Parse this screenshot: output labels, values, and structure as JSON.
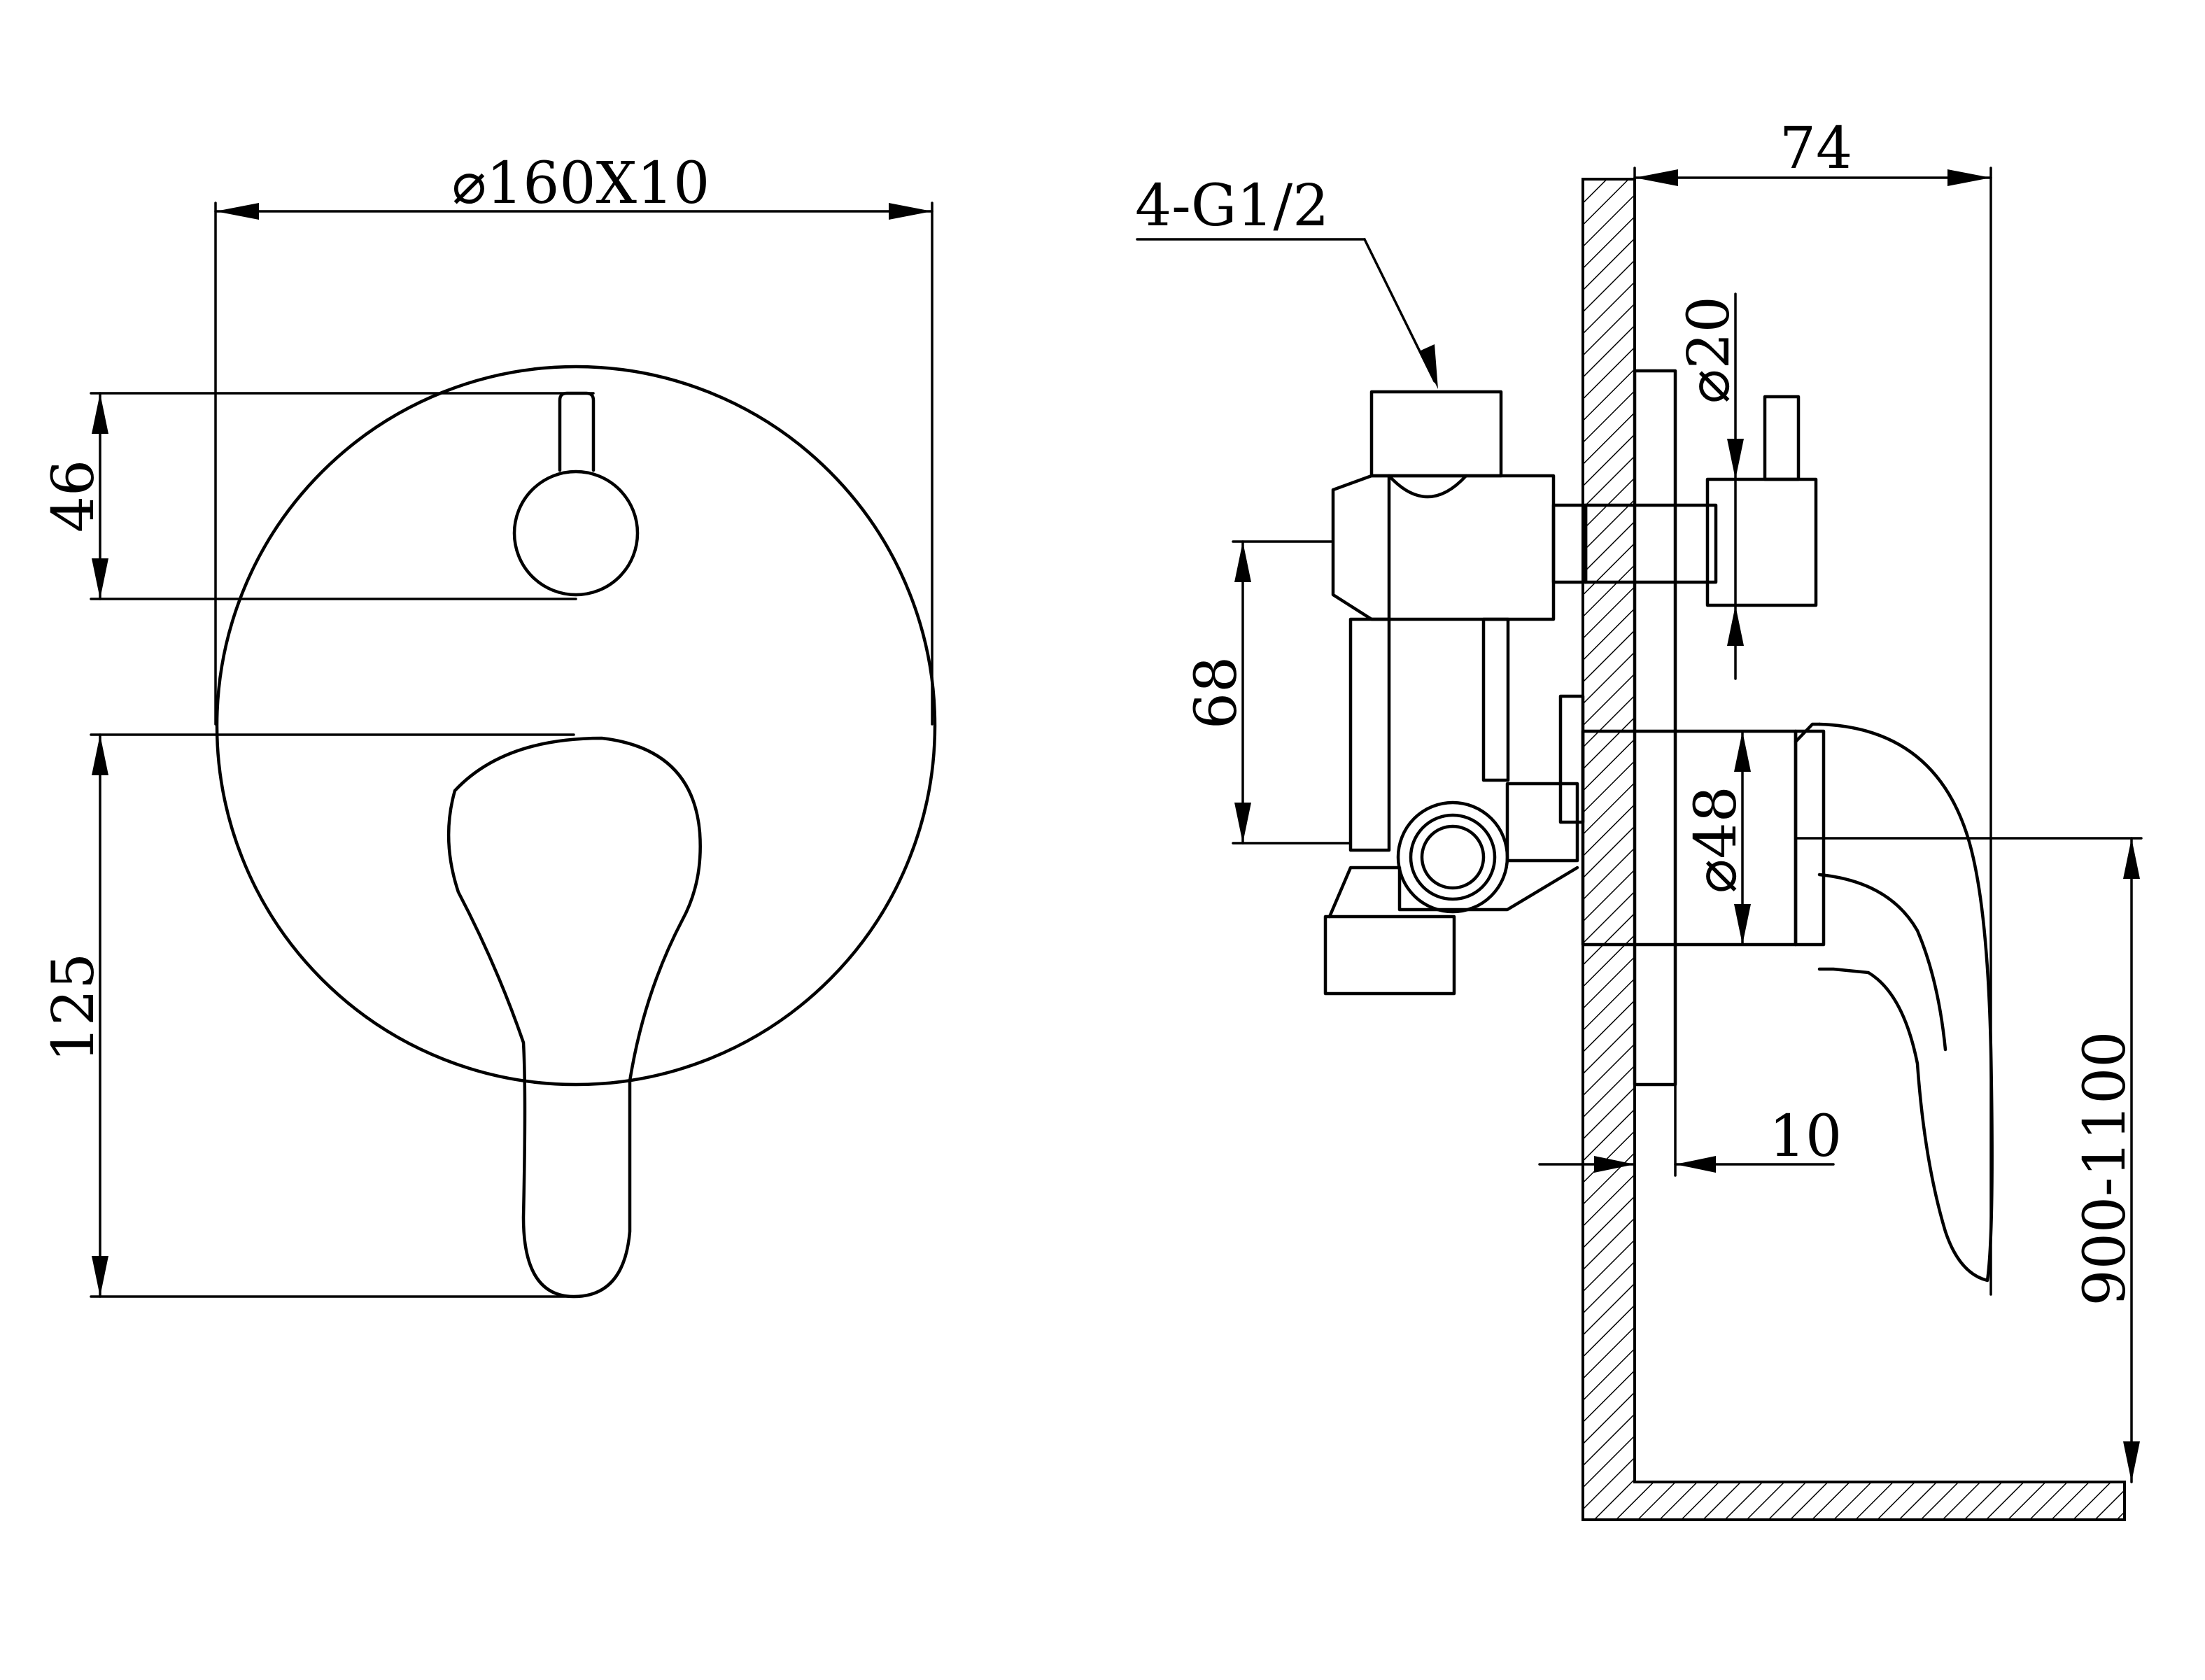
{
  "drawing": {
    "front_view": {
      "width_label": "⌀160X10",
      "diverter_height_label": "46",
      "handle_height_label": "125"
    },
    "side_view": {
      "thread_label": "4-G1/2",
      "depth_label": "74",
      "diverter_diameter_label": "⌀20",
      "inlet_spacing_label": "68",
      "handle_diameter_label": "⌀48",
      "plate_thickness_label": "10",
      "mount_height_label": "900-1100"
    }
  }
}
